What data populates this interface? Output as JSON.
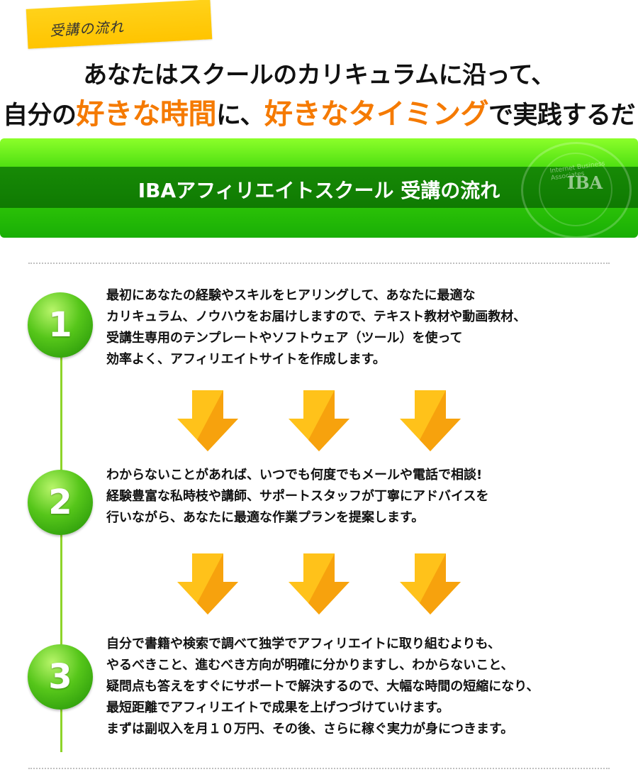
{
  "label": "受講の流れ",
  "headline": {
    "line1": "あなたはスクールのカリキュラムに沿って、",
    "line2_pre": "自分の",
    "line2_hl1": "好きな時間",
    "line2_mid": "に、",
    "line2_hl2": "好きなタイミング",
    "line2_post": "で実践するだけ!"
  },
  "banner": {
    "title": "IBAアフィリエイトスクール 受講の流れ",
    "logo_small": "Internet Business Associates",
    "logo": "IBA"
  },
  "steps": [
    {
      "number": "1",
      "lines": [
        "最初にあなたの経験やスキルをヒアリングして、あなたに最適な",
        "カリキュラム、ノウハウをお届けしますので、テキスト教材や動画教材、",
        "受講生専用のテンプレートやソフトウェア（ツール）を使って",
        "効率よく、アフィリエイトサイトを作成します。"
      ]
    },
    {
      "number": "2",
      "lines": [
        "わからないことがあれば、いつでも何度でもメールや電話で相談!",
        "経験豊富な私時枝や講師、サポートスタッフが丁寧にアドバイスを",
        "行いながら、あなたに最適な作業プランを提案します。"
      ]
    },
    {
      "number": "3",
      "lines": [
        "自分で書籍や検索で調べて独学でアフィリエイトに取り組むよりも、",
        "やるべきこと、進むべき方向が明確に分かりますし、わからないこと、",
        "疑問点も答えをすぐにサポートで解決するので、大幅な時間の短縮になり、",
        "最短距離でアフィリエイトで成果を上げつづけていけます。",
        "まずは副収入を月１０万円、その後、さらに稼ぐ実力が身につきます。"
      ]
    }
  ],
  "colors": {
    "accent_orange": "#f57a00",
    "green": "#3cd50a",
    "arrow_yellow": "#ffc21a"
  },
  "icons": [
    "down-arrow-icon"
  ]
}
